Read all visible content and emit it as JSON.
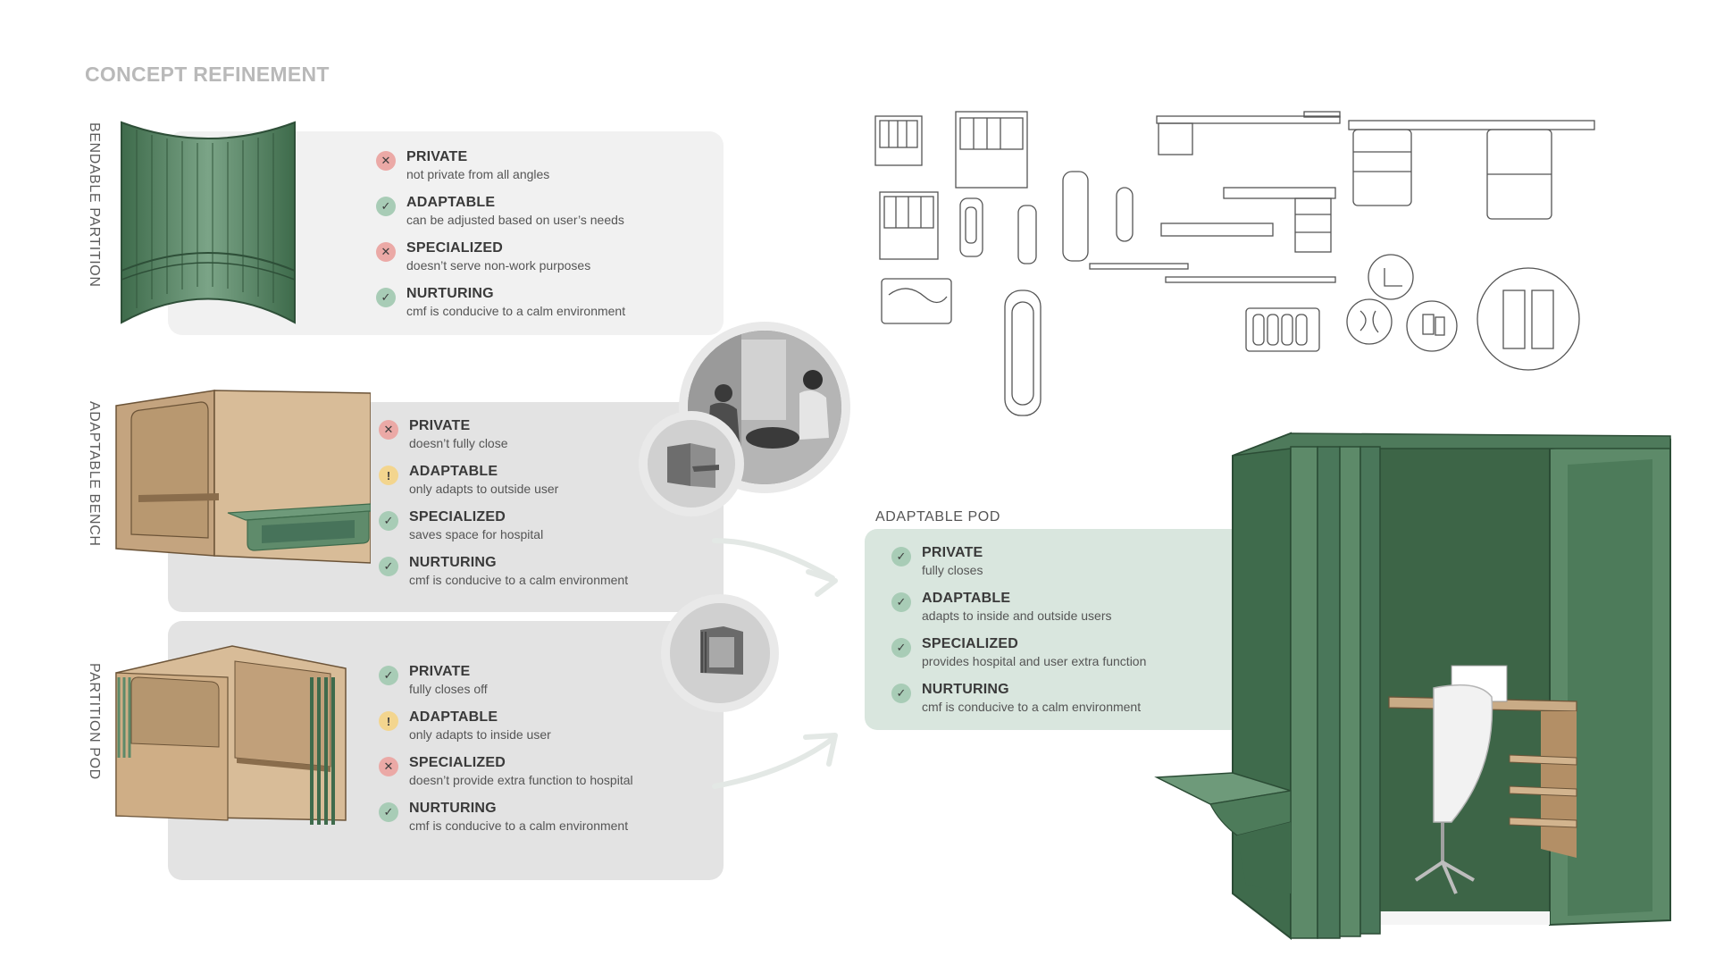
{
  "page": {
    "title": "CONCEPT REFINEMENT"
  },
  "concepts": [
    {
      "label": "BENDABLE PARTITION",
      "criteria": [
        {
          "status": "no",
          "title": "PRIVATE",
          "desc": "not private from all angles"
        },
        {
          "status": "yes",
          "title": "ADAPTABLE",
          "desc": "can be adjusted based on user’s needs"
        },
        {
          "status": "no",
          "title": "SPECIALIZED",
          "desc": "doesn’t serve non-work purposes"
        },
        {
          "status": "yes",
          "title": "NURTURING",
          "desc": "cmf is conducive to a calm environment"
        }
      ]
    },
    {
      "label": "ADAPTABLE BENCH",
      "criteria": [
        {
          "status": "no",
          "title": "PRIVATE",
          "desc": "doesn’t fully close"
        },
        {
          "status": "warn",
          "title": "ADAPTABLE",
          "desc": "only adapts to outside user"
        },
        {
          "status": "yes",
          "title": "SPECIALIZED",
          "desc": "saves space for hospital"
        },
        {
          "status": "yes",
          "title": "NURTURING",
          "desc": "cmf is conducive to a calm environment"
        }
      ]
    },
    {
      "label": "PARTITION POD",
      "criteria": [
        {
          "status": "yes",
          "title": "PRIVATE",
          "desc": "fully closes off"
        },
        {
          "status": "warn",
          "title": "ADAPTABLE",
          "desc": "only adapts to inside user"
        },
        {
          "status": "no",
          "title": "SPECIALIZED",
          "desc": "doesn’t provide extra function to hospital"
        },
        {
          "status": "yes",
          "title": "NURTURING",
          "desc": "cmf is conducive to a calm environment"
        }
      ]
    }
  ],
  "final": {
    "label": "ADAPTABLE POD",
    "criteria": [
      {
        "status": "yes",
        "title": "PRIVATE",
        "desc": "fully closes"
      },
      {
        "status": "yes",
        "title": "ADAPTABLE",
        "desc": "adapts to inside and outside users"
      },
      {
        "status": "yes",
        "title": "SPECIALIZED",
        "desc": "provides hospital and user extra function"
      },
      {
        "status": "yes",
        "title": "NURTURING",
        "desc": "cmf is conducive to a calm environment"
      }
    ]
  },
  "icons": {
    "no": "x-icon",
    "yes": "check-icon",
    "warn": "exclamation-icon"
  },
  "colors": {
    "green": "#5d8a69",
    "dark_green": "#3f6b4c",
    "wood": "#cfb190",
    "no": "#eba9a6",
    "yes": "#a8ccb6",
    "warn": "#f3d58e"
  }
}
